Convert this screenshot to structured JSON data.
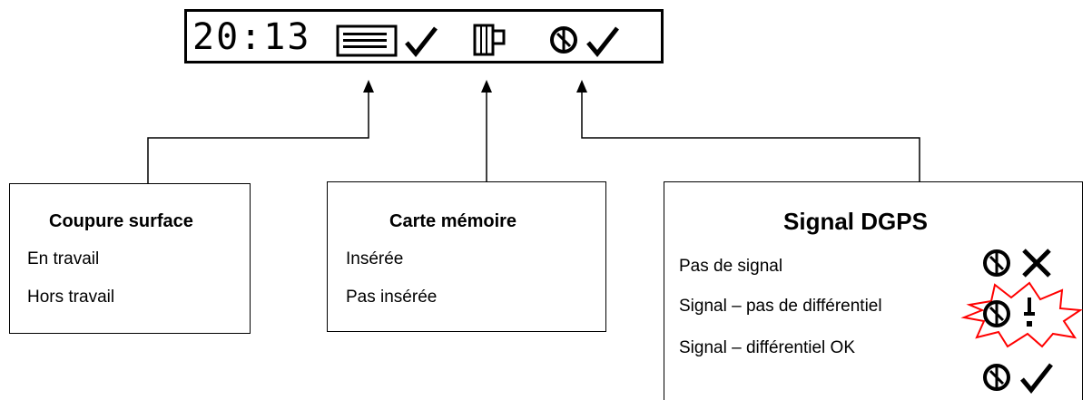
{
  "status_bar": {
    "time": "20:13",
    "icons": [
      "work-area-icon",
      "check-icon",
      "memory-card-icon",
      "satellite-icon",
      "check-icon"
    ]
  },
  "boxes": {
    "coupure": {
      "title": "Coupure surface",
      "items": [
        "En travail",
        "Hors travail"
      ]
    },
    "carte": {
      "title": "Carte mémoire",
      "items": [
        "Insérée",
        "Pas insérée"
      ]
    },
    "dgps": {
      "title": "Signal DGPS",
      "items": [
        "Pas de signal",
        "Signal – pas de différentiel",
        "Signal – différentiel OK"
      ],
      "status_icons": [
        "cross-icon",
        "exclamation-icon",
        "check-icon"
      ]
    }
  },
  "colors": {
    "line": "#000000",
    "alert_burst": "#ff0000"
  }
}
